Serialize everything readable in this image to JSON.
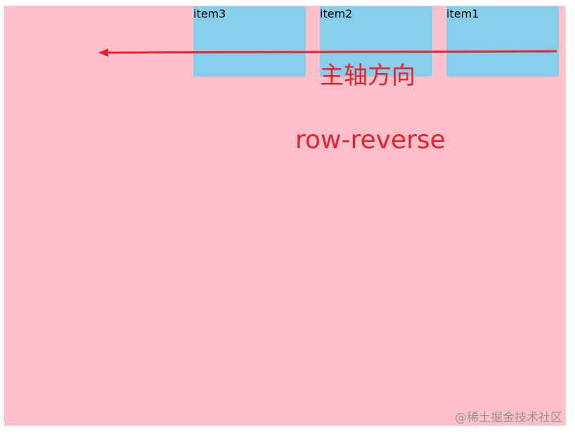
{
  "items": [
    {
      "label": "item1"
    },
    {
      "label": "item2"
    },
    {
      "label": "item3"
    }
  ],
  "annotations": {
    "axis_label": "主轴方向",
    "direction_label": "row-reverse"
  },
  "watermark": "@稀土掘金技术社区",
  "colors": {
    "container": "#ffc0cb",
    "item": "#87ceeb",
    "annotation": "#e8212d"
  }
}
